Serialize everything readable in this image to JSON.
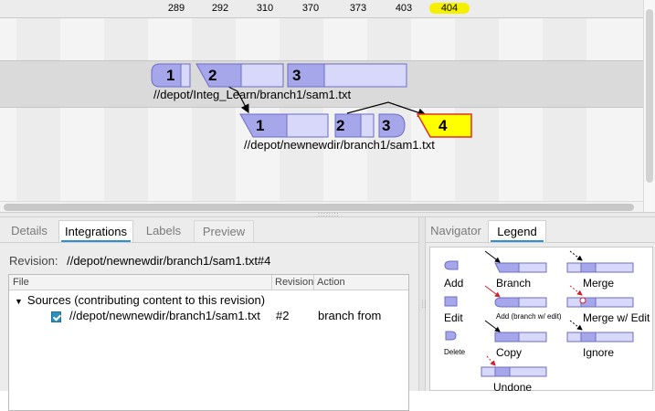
{
  "ruler": {
    "ticks": [
      "289",
      "292",
      "310",
      "370",
      "373",
      "403",
      "404"
    ],
    "highlighted": "404"
  },
  "graph": {
    "upper_branch": {
      "path_label": "//depot/Integ_Learn/branch1/sam1.txt",
      "revisions": [
        "1",
        "2",
        "3"
      ]
    },
    "lower_branch": {
      "path_label": "//depot/newnewdir/branch1/sam1.txt",
      "revisions": [
        "1",
        "2",
        "3",
        "4"
      ]
    },
    "colors": {
      "node_fill": "#a6a6ea",
      "node_light": "#d8d8fa",
      "node_border": "#6d6dc6",
      "selected_fill": "#ffff00",
      "selected_border": "#e0302a"
    }
  },
  "left_panel": {
    "tabs": [
      "Details",
      "Integrations",
      "Labels",
      "Preview"
    ],
    "active_tab": "Integrations",
    "revision_key": "Revision:",
    "revision_value": "//depot/newnewdir/branch1/sam1.txt#4",
    "table": {
      "columns": [
        "File",
        "Revision",
        "Action"
      ],
      "group_label": "Sources (contributing content to this revision)",
      "rows": [
        {
          "file": "//depot/newnewdir/branch1/sam1.txt",
          "revision": "#2",
          "action": "branch from"
        }
      ]
    }
  },
  "right_panel": {
    "tabs": [
      "Navigator",
      "Legend"
    ],
    "active_tab": "Legend",
    "legend": {
      "add": "Add",
      "branch": "Branch",
      "merge": "Merge",
      "edit": "Edit",
      "add_branch_edit": "Add (branch w/ edit)",
      "merge_edit": "Merge w/ Edit",
      "delete": "Delete",
      "copy": "Copy",
      "ignore": "Ignore",
      "undone": "Undone"
    }
  }
}
